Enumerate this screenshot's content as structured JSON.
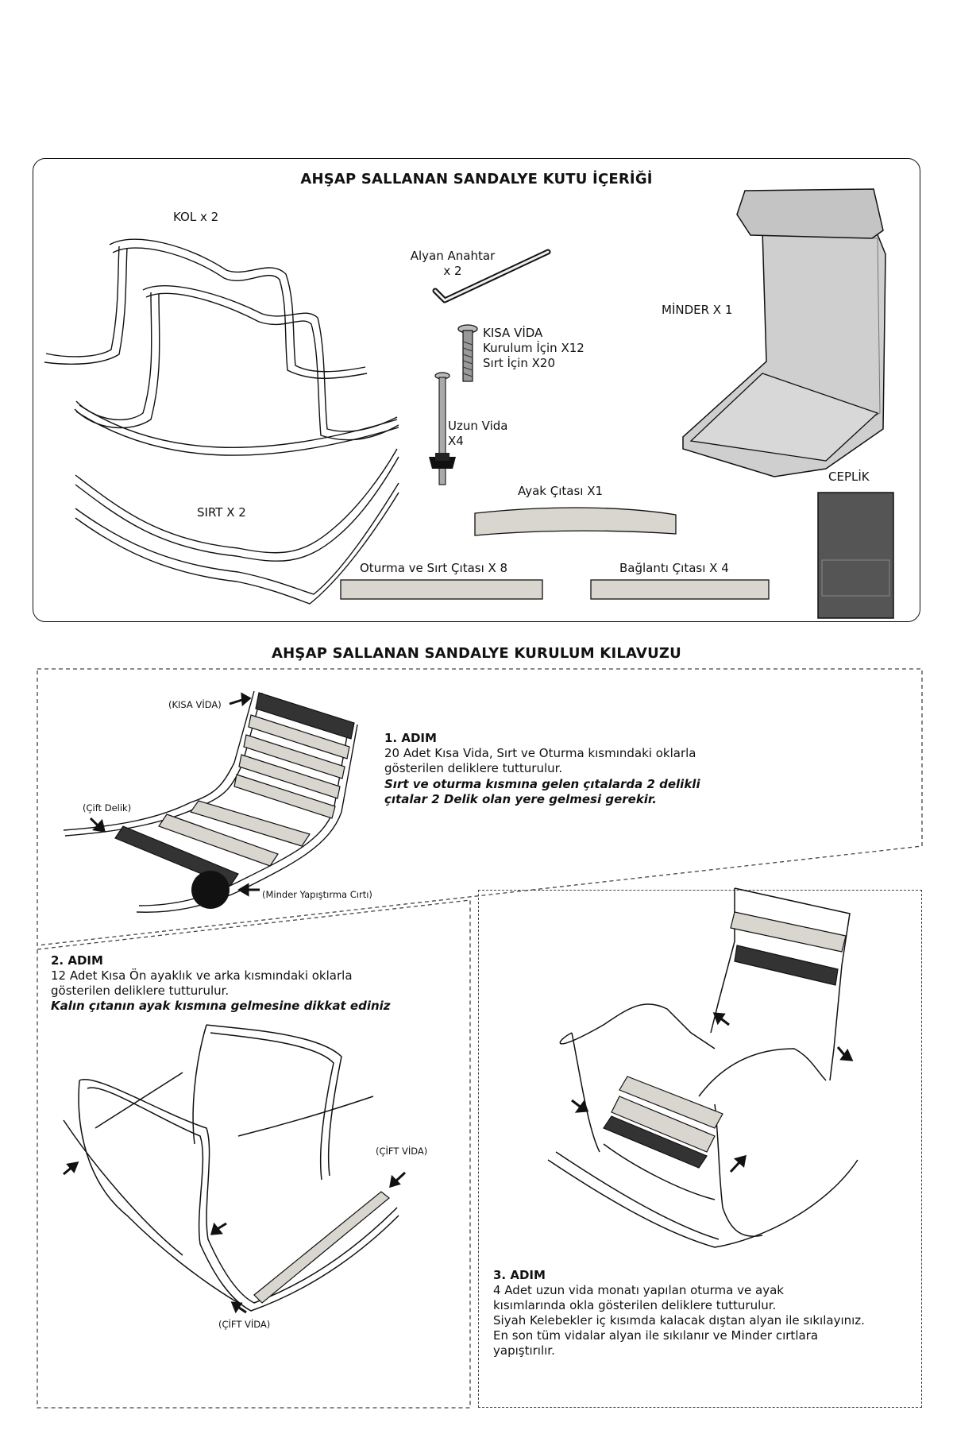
{
  "box_contents": {
    "title": "AHŞAP SALLANAN SANDALYE KUTU İÇERİĞİ",
    "items": {
      "kol": "KOL x 2",
      "alyan_line1": "Alyan Anahtar",
      "alyan_line2": "x 2",
      "minder": "MİNDER X 1",
      "kisa_vida_line1": "KISA VİDA",
      "kisa_vida_line2": "Kurulum İçin X12",
      "kisa_vida_line3": "Sırt İçin X20",
      "uzun_vida_line1": "Uzun Vida",
      "uzun_vida_line2": "X4",
      "ceplik": "CEPLİK",
      "sirt": "SIRT X 2",
      "ayak_citasi": "Ayak Çıtası X1",
      "oturma_citasi": "Oturma ve Sırt Çıtası X 8",
      "baglanti_citasi": "Bağlantı Çıtası X 4"
    }
  },
  "assembly_guide": {
    "title": "AHŞAP SALLANAN SANDALYE KURULUM KILAVUZU",
    "step1": {
      "title": "1. ADIM",
      "text_line1": "20 Adet Kısa Vida, Sırt ve Oturma kısmındaki oklarla",
      "text_line2": "gösterilen deliklere tutturulur.",
      "emphasis_line1": "Sırt ve oturma kısmına gelen çıtalarda 2 delikli",
      "emphasis_line2": "çıtalar 2 Delik olan yere gelmesi gerekir.",
      "label_kisa_vida": "(KISA VİDA)",
      "label_cift_delik": "(Çift Delik)",
      "label_minder_cirt": "(Minder Yapıştırma Cırtı)"
    },
    "step2": {
      "title": "2. ADIM",
      "text_line1": "12 Adet Kısa Ön ayaklık ve arka kısmındaki oklarla",
      "text_line2": "gösterilen deliklere tutturulur.",
      "emphasis": "Kalın çıtanın ayak kısmına gelmesine dikkat ediniz",
      "label_cift_vida_right": "(ÇİFT VİDA)",
      "label_cift_vida_bottom": "(ÇİFT VİDA)"
    },
    "step3": {
      "title": "3. ADIM",
      "line1": "4 Adet uzun vida monatı yapılan oturma ve ayak",
      "line2": "kısımlarında okla gösterilen deliklere tutturulur.",
      "line3": "Siyah Kelebekler iç kısımda kalacak dıştan alyan ile sıkılayınız.",
      "line4": "En son tüm vidalar alyan ile sıkılanır ve Minder cırtlara",
      "line5": "yapıştırılır."
    }
  },
  "colors": {
    "line": "#111111",
    "wood": "#d9d6d0",
    "cushion": "#cfcfcf",
    "pouch": "#555555"
  }
}
